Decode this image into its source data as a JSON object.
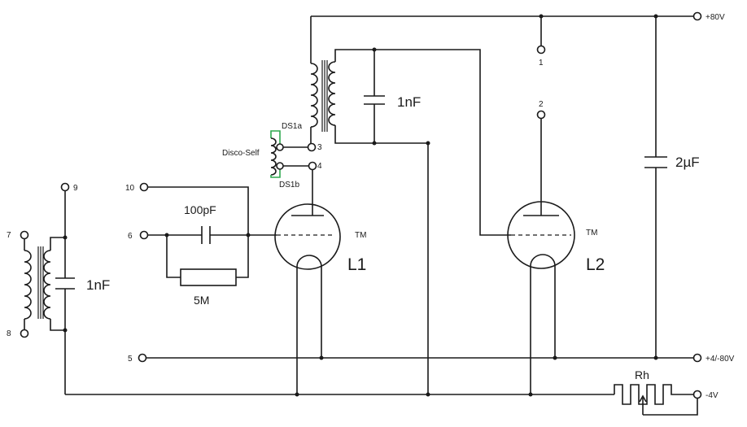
{
  "components": {
    "input_cap": "1nF",
    "plate_cap": "1nF",
    "supply_cap": "2µF",
    "grid_cap": "100pF",
    "grid_resistor": "5M",
    "rheostat": "Rh",
    "switch_coil": "Disco-Self",
    "switch_contact_a": "DS1a",
    "switch_contact_b": "DS1b",
    "tube_1": "L1",
    "tube_2": "L2",
    "tube_mark_1": "TM",
    "tube_mark_2": "TM"
  },
  "terminals": {
    "t1": "1",
    "t2": "2",
    "t3": "3",
    "t4": "4",
    "t5": "5",
    "t6": "6",
    "t7": "7",
    "t8": "8",
    "t9": "9",
    "t10": "10"
  },
  "rails": {
    "plus80": "+80V",
    "plus4_minus80": "+4/-80V",
    "minus4": "-4V"
  }
}
